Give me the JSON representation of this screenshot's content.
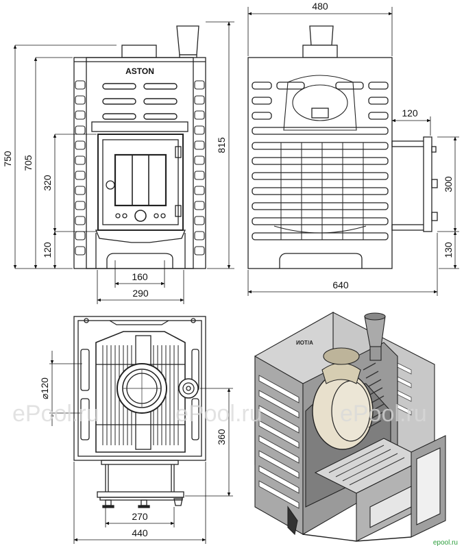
{
  "drawing": {
    "front_logo": "ASTON",
    "iso_logo": "ИОТ/А",
    "watermarks": [
      "ePool.ru",
      "ePool.ru",
      "ePool.ru"
    ],
    "brand": "epool.ru"
  },
  "dimensions": {
    "front": {
      "overall_height": "750",
      "body_height": "705",
      "door_height": "320",
      "door_bottom_offset": "120",
      "base_opening_width": "160",
      "door_width": "290",
      "height_with_pipe": "815"
    },
    "side": {
      "depth": "480",
      "tank_offset": "120",
      "tank_height": "300",
      "tank_bottom_offset": "130",
      "overall_depth": "640"
    },
    "top": {
      "pipe_diameter": "⌀120",
      "tank_center_offset": "360",
      "leg_spacing": "270",
      "overall_width": "440"
    }
  },
  "colors": {
    "line": "#222222",
    "metal": "#bdbdbd",
    "metal_dark": "#6e6e6e",
    "cast": "#8c8c8c",
    "watermark": "#d9d9d9",
    "brand": "#2a9d3a"
  }
}
